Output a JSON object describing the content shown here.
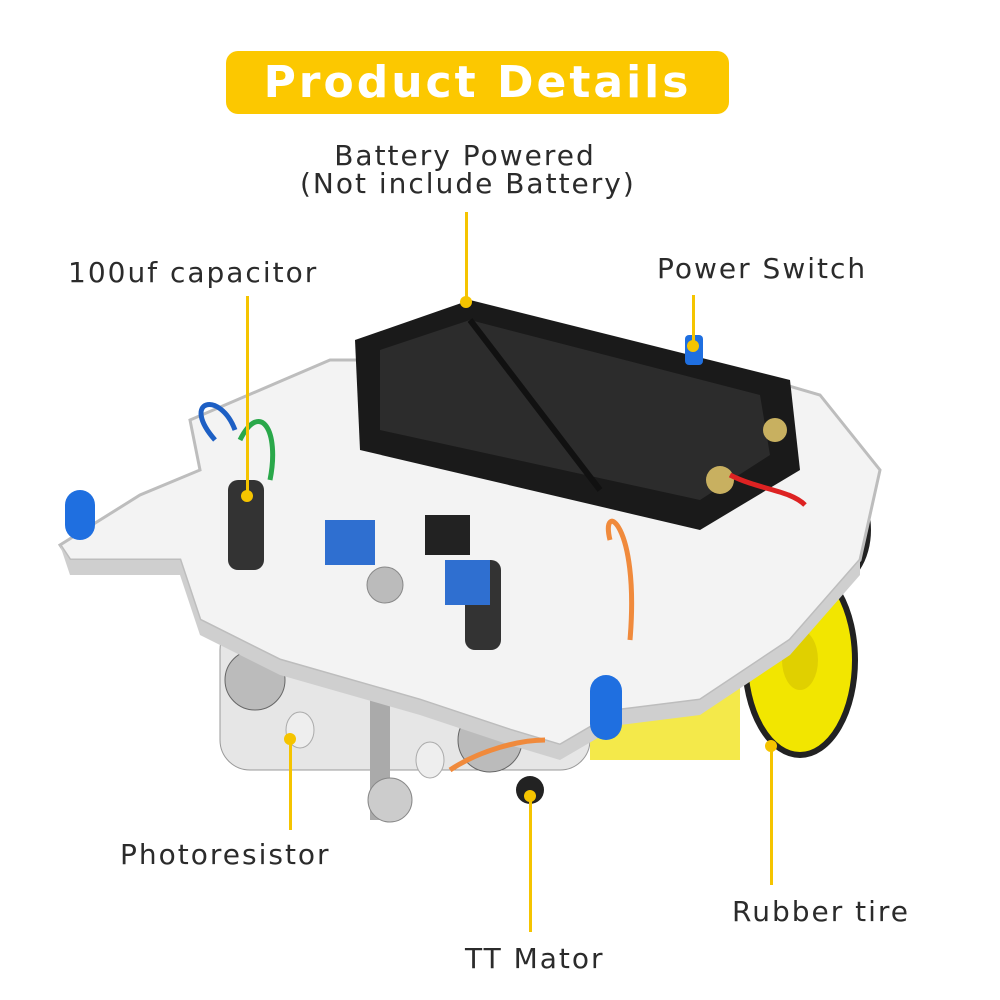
{
  "title": "Product Details",
  "labels": {
    "battery_line1": "Battery Powered",
    "battery_line2": "(Not include Battery)",
    "capacitor": "100uf capacitor",
    "power_switch": "Power Switch",
    "photoresistor": "Photoresistor",
    "tt_motor": "TT Mator",
    "rubber_tire": "Rubber tire"
  },
  "colors": {
    "accent": "#fcc800",
    "leader": "#f5c400",
    "led": "#1f6fe0",
    "wheel": "#f2e600"
  }
}
